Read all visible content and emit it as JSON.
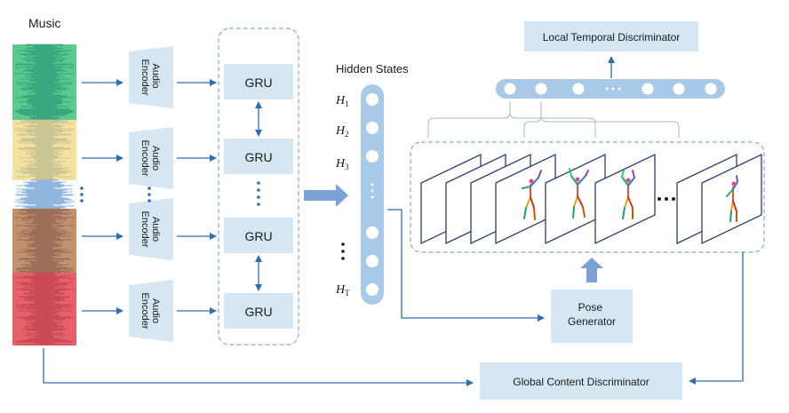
{
  "music_label": "Music",
  "audio_encoder_label": "Audio\nEncoder",
  "gru_label": "GRU",
  "hidden_states_label": "Hidden States",
  "hidden_labels": [
    {
      "base": "H",
      "sub": "1"
    },
    {
      "base": "H",
      "sub": "2"
    },
    {
      "base": "H",
      "sub": "3"
    },
    {
      "base": "H",
      "sub": "T"
    }
  ],
  "local_disc_label": "Local Temporal Discriminator",
  "global_disc_label": "Global Content Discriminator",
  "pose_gen_label": "Pose\nGenerator",
  "colors": {
    "box_fill": "#d6e6f3",
    "arrow": "#2e6db4",
    "dashed": "#8fa7bf",
    "circle_bar": "#a9c9e8",
    "segment_green": "#5cc98e",
    "segment_yellow": "#f7e1a0",
    "segment_brown": "#c4916e",
    "segment_red": "#e8606a"
  }
}
